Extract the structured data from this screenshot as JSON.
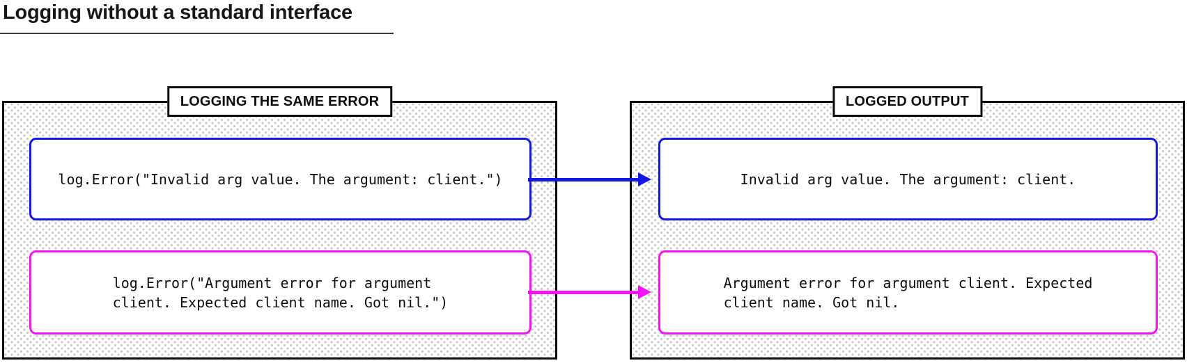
{
  "title": "Logging without a standard interface",
  "colors": {
    "blue": "#1217e6",
    "magenta": "#f512f5",
    "panel_border": "#0b0b0b",
    "dot_pattern": "#c9c9c9",
    "text": "#0d0d0d"
  },
  "panels": [
    {
      "label": "LOGGING THE SAME ERROR",
      "boxes": [
        {
          "color": "blue",
          "text": "log.Error(\"Invalid arg value. The argument: client.\")"
        },
        {
          "color": "magenta",
          "text": "log.Error(\"Argument error for argument\nclient. Expected client name. Got nil.\")"
        }
      ]
    },
    {
      "label": "LOGGED OUTPUT",
      "boxes": [
        {
          "color": "blue",
          "text": "Invalid arg value. The argument: client."
        },
        {
          "color": "magenta",
          "text": "Argument error for argument client. Expected\nclient name. Got nil."
        }
      ]
    }
  ],
  "arrows": [
    {
      "name": "blue-arrow",
      "color": "#1217e6",
      "from": "log.Error invalid arg",
      "to": "logged invalid arg output"
    },
    {
      "name": "magenta-arrow",
      "color": "#f512f5",
      "from": "log.Error argument error",
      "to": "logged argument error output"
    }
  ]
}
